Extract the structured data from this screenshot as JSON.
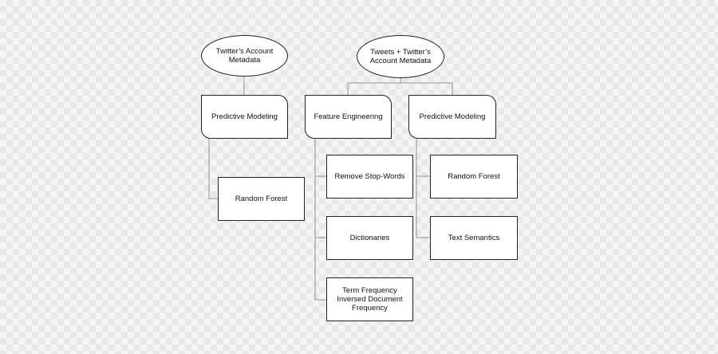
{
  "diagram": {
    "left_root": "Twitter’s Account Metadata",
    "left_model": "Predictive Modeling",
    "left_rf": "Random Forest",
    "right_root": "Tweets + Twitter’s Account Metadata",
    "feature_engineering": "Feature Engineering",
    "right_model": "Predictive Modeling",
    "remove_stopwords": "Remove Stop-Words",
    "dictionaries": "Dictionaries",
    "tfidf": "Term Frequency Inversed Document Frequency",
    "right_rf": "Random Forest",
    "text_semantics": "Text Semantics"
  },
  "colors": {
    "stroke": "#222222",
    "connector": "#a6a6a6",
    "box_fill": "#ffffff"
  }
}
